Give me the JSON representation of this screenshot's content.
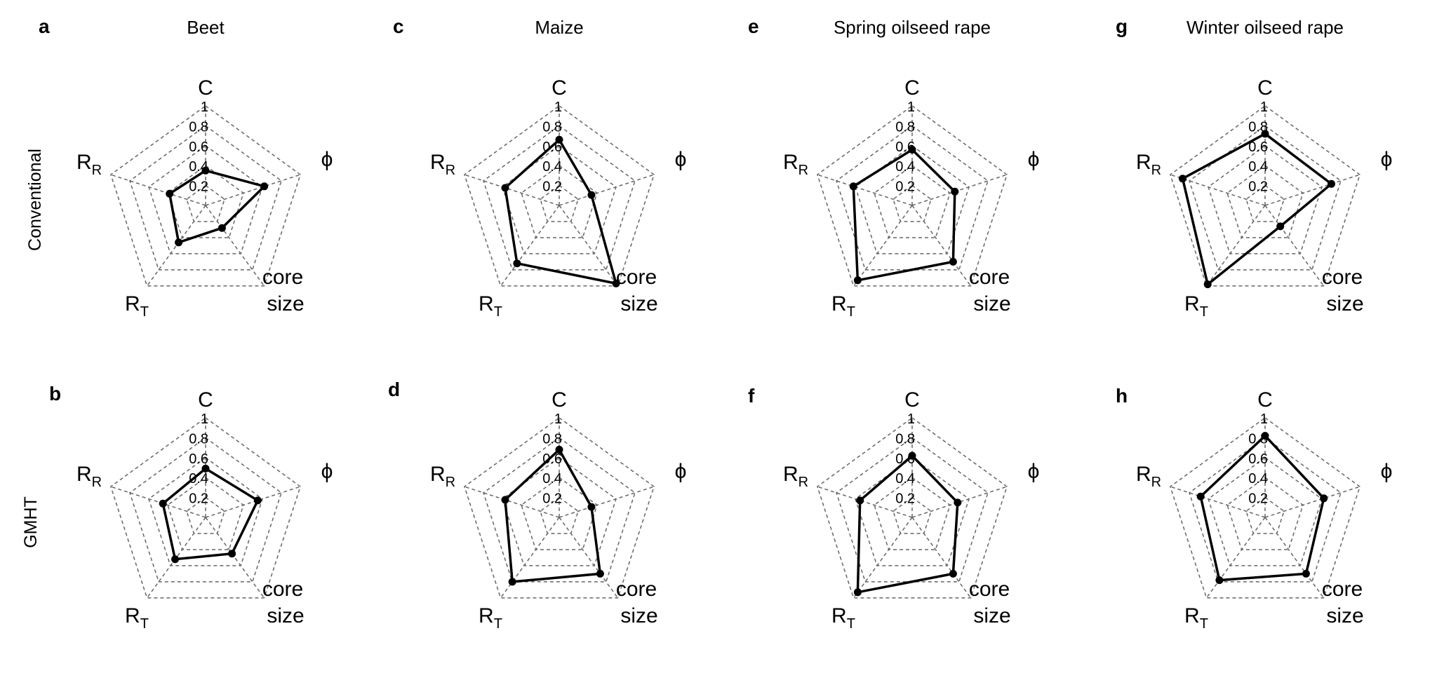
{
  "figure": {
    "row_labels": [
      "Conventional",
      "GMHT"
    ],
    "tick_labels": [
      "0.2",
      "0.4",
      "0.6",
      "0.8",
      "1"
    ],
    "axes": [
      {
        "key": "C",
        "base": "C",
        "sub": ""
      },
      {
        "key": "phi",
        "base": "ϕ",
        "sub": ""
      },
      {
        "key": "core_size",
        "base": "core",
        "line2": "size"
      },
      {
        "key": "R_T",
        "base": "R",
        "sub": "T"
      },
      {
        "key": "R_R",
        "base": "R",
        "sub": "R"
      }
    ]
  },
  "chart_data": [
    {
      "type": "radar",
      "panel": "a",
      "title": "Beet",
      "row": "Conventional",
      "axes": [
        "C",
        "ϕ",
        "core size",
        "R_T",
        "R_R"
      ],
      "rlim": [
        0,
        1
      ],
      "values": [
        0.35,
        0.62,
        0.28,
        0.46,
        0.38
      ]
    },
    {
      "type": "radar",
      "panel": "b",
      "title": "",
      "row": "GMHT",
      "axes": [
        "C",
        "ϕ",
        "core size",
        "R_T",
        "R_R"
      ],
      "rlim": [
        0,
        1
      ],
      "values": [
        0.49,
        0.55,
        0.45,
        0.52,
        0.45
      ]
    },
    {
      "type": "radar",
      "panel": "c",
      "title": "Maize",
      "row": "Conventional",
      "axes": [
        "C",
        "ϕ",
        "core size",
        "R_T",
        "R_R"
      ],
      "rlim": [
        0,
        1
      ],
      "values": [
        0.66,
        0.34,
        0.97,
        0.72,
        0.57
      ]
    },
    {
      "type": "radar",
      "panel": "d",
      "title": "",
      "row": "GMHT",
      "axes": [
        "C",
        "ϕ",
        "core size",
        "R_T",
        "R_R"
      ],
      "rlim": [
        0,
        1
      ],
      "values": [
        0.68,
        0.34,
        0.7,
        0.8,
        0.57
      ]
    },
    {
      "type": "radar",
      "panel": "e",
      "title": "Spring oilseed rape",
      "row": "Conventional",
      "axes": [
        "C",
        "ϕ",
        "core size",
        "R_T",
        "R_R"
      ],
      "rlim": [
        0,
        1
      ],
      "values": [
        0.56,
        0.45,
        0.7,
        0.93,
        0.62
      ]
    },
    {
      "type": "radar",
      "panel": "f",
      "title": "",
      "row": "GMHT",
      "axes": [
        "C",
        "ϕ",
        "core size",
        "R_T",
        "R_R"
      ],
      "rlim": [
        0,
        1
      ],
      "values": [
        0.62,
        0.48,
        0.7,
        0.93,
        0.55
      ]
    },
    {
      "type": "radar",
      "panel": "g",
      "title": "Winter oilseed rape",
      "row": "Conventional",
      "axes": [
        "C",
        "ϕ",
        "core size",
        "R_T",
        "R_R"
      ],
      "rlim": [
        0,
        1
      ],
      "values": [
        0.72,
        0.7,
        0.26,
        0.98,
        0.87
      ]
    },
    {
      "type": "radar",
      "panel": "h",
      "title": "",
      "row": "GMHT",
      "axes": [
        "C",
        "ϕ",
        "core size",
        "R_T",
        "R_R"
      ],
      "rlim": [
        0,
        1
      ],
      "values": [
        0.82,
        0.62,
        0.7,
        0.78,
        0.68
      ]
    }
  ]
}
